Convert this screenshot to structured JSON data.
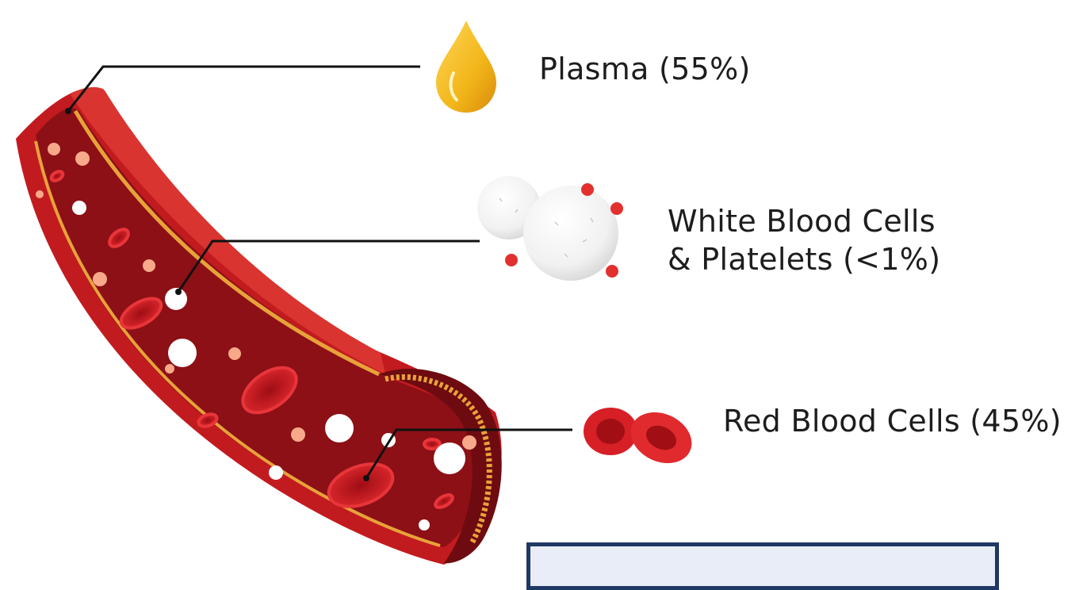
{
  "diagram": {
    "components": [
      {
        "id": "plasma",
        "text": "Plasma (55%)",
        "color": "#f2b619"
      },
      {
        "id": "wbc",
        "line1": "White Blood Cells",
        "line2": "& Platelets (<1%)",
        "color": "#f4f4f4"
      },
      {
        "id": "rbc",
        "text": "Red Blood Cells (45%)",
        "color": "#d71f26"
      }
    ],
    "colors": {
      "vessel_wall": "#c21b1f",
      "vessel_interior": "#8c1016",
      "vessel_dark": "#6e0b10",
      "fat_layer": "#e8a23a",
      "leader_line": "#111111",
      "caption_border": "#1f3864",
      "caption_fill": "#e9edf7"
    },
    "icons": [
      "blood-vessel-icon",
      "plasma-drop-icon",
      "white-cells-icon",
      "platelet-icon",
      "red-cells-icon"
    ]
  }
}
